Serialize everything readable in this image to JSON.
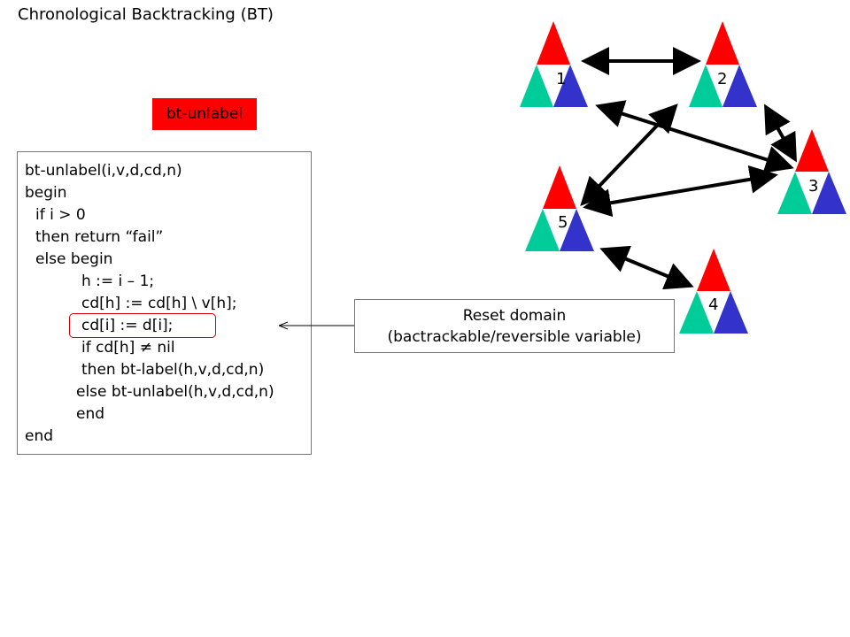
{
  "title": "Chronological Backtracking (BT)",
  "badge": {
    "label": "bt-unlabel",
    "color": "#ff0000"
  },
  "code": {
    "lines": [
      "bt-unlabel(i,v,d,cd,n)",
      "begin",
      "if i > 0",
      "then return “fail”",
      "else begin",
      "h := i – 1;",
      "cd[h] := cd[h] \\ v[h];",
      "cd[i] := d[i];",
      "if cd[h] ≠ nil",
      "then bt-label(h,v,d,cd,n)",
      "else bt-unlabel(h,v,d,cd,n)",
      "end",
      "end"
    ],
    "highlighted_line_index": 7,
    "highlight_color": "#d40000"
  },
  "note": {
    "line1": "Reset domain",
    "line2": "(bactrackable/reversible variable)"
  },
  "graph": {
    "colors": {
      "top": "#ff0000",
      "left": "#00cc99",
      "right": "#3333cc"
    },
    "nodes": [
      {
        "id": "1",
        "label": "1"
      },
      {
        "id": "2",
        "label": "2"
      },
      {
        "id": "3",
        "label": "3"
      },
      {
        "id": "4",
        "label": "4"
      },
      {
        "id": "5",
        "label": "5"
      }
    ],
    "edges": [
      {
        "from": "1",
        "to": "2"
      },
      {
        "from": "1",
        "to": "3"
      },
      {
        "from": "2",
        "to": "3"
      },
      {
        "from": "2",
        "to": "5"
      },
      {
        "from": "5",
        "to": "3"
      },
      {
        "from": "5",
        "to": "4"
      }
    ]
  }
}
